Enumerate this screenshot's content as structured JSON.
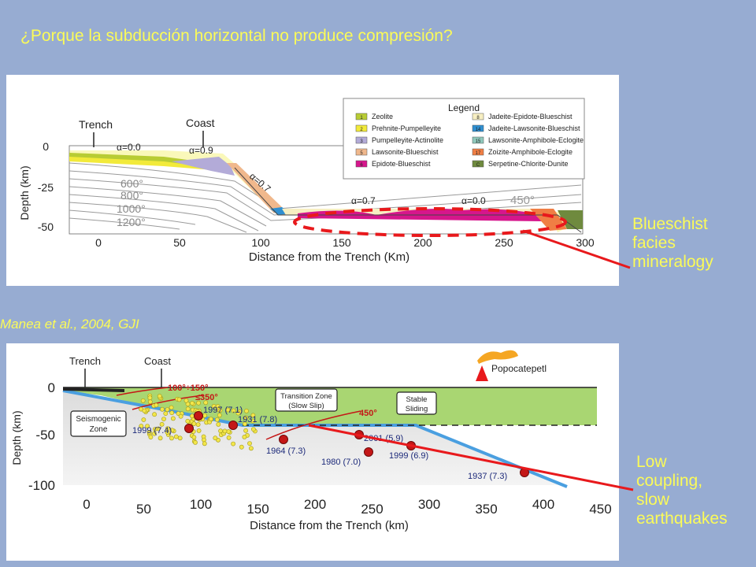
{
  "title": "¿Porque la subducción horizontal no produce compresión?",
  "citation": "Manea et al., 2004, GJI",
  "callouts": {
    "top": "Blueschist\nfacies\nmineralogy",
    "bottom": "Low\ncoupling,\nslow\nearthquakes"
  },
  "colors": {
    "background": "#97acd2",
    "title_yellow": "#fbfb58",
    "arrow_red": "#e8191c"
  },
  "top_figure": {
    "labels": {
      "trench": "Trench",
      "coast": "Coast"
    },
    "ylabel": "Depth (km)",
    "xlabel": "Distance from the Trench (Km)",
    "xticks": [
      "0",
      "50",
      "100",
      "150",
      "200",
      "250",
      "300"
    ],
    "yticks": [
      "0",
      "-25",
      "-50"
    ],
    "angles": [
      "α=0.0",
      "α=0.9",
      "α=0.7",
      "α=0.7",
      "α=0.0"
    ],
    "isotherms": [
      "600°",
      "800°",
      "1000°",
      "1200°",
      "450°"
    ],
    "legend": {
      "title": "Legend",
      "items": [
        {
          "num": "1",
          "label": "Zeolite",
          "color": "#b8cc34"
        },
        {
          "num": "2",
          "label": "Prehnite-Pumpelleyite",
          "color": "#f2ea3a"
        },
        {
          "num": "3",
          "label": "Pumpelleyite-Actinolite",
          "color": "#b3abd8"
        },
        {
          "num": "5",
          "label": "Lawsonite-Blueschist",
          "color": "#f0b88c"
        },
        {
          "num": "6",
          "label": "Epidote-Blueschist",
          "color": "#d6168c"
        },
        {
          "num": "8",
          "label": "Jadeite-Epidote-Blueschist",
          "color": "#f7efc2"
        },
        {
          "num": "14",
          "label": "Jadeite-Lawsonite-Blueschist",
          "color": "#2f8fd1"
        },
        {
          "num": "15",
          "label": "Lawsonite-Amphibole-Eclogite",
          "color": "#8fc8bc"
        },
        {
          "num": "17",
          "label": "Zoizite-Amphibole-Eclogite",
          "color": "#f07e44"
        },
        {
          "num": "C",
          "label": "Serpetine-Chlorite-Dunite",
          "color": "#6f8a3e"
        }
      ]
    }
  },
  "bottom_figure": {
    "labels": {
      "trench": "Trench",
      "coast": "Coast",
      "volcano": "Popocatepetl",
      "seismogenic": "Seismogenic\nZone",
      "transition": "Transition Zone\n(Slow Slip)",
      "stable": "Stable\nSliding"
    },
    "temps": [
      "100°÷150°",
      "≤350°",
      "450°"
    ],
    "ylabel": "Depth (km)",
    "xlabel": "Distance from the Trench (km)",
    "xticks": [
      "0",
      "50",
      "100",
      "150",
      "200",
      "250",
      "300",
      "350",
      "400",
      "450"
    ],
    "yticks": [
      "0",
      "-50",
      "-100"
    ],
    "earthquakes": [
      {
        "label": "1997 (7.1)"
      },
      {
        "label": "1931 (7.8)"
      },
      {
        "label": "1999 (7.4)"
      },
      {
        "label": "1964 (7.3)"
      },
      {
        "label": "2001 (5.9)"
      },
      {
        "label": "1980 (7.0)"
      },
      {
        "label": "1999 (6.9)"
      },
      {
        "label": "1937 (7.3)"
      }
    ]
  }
}
